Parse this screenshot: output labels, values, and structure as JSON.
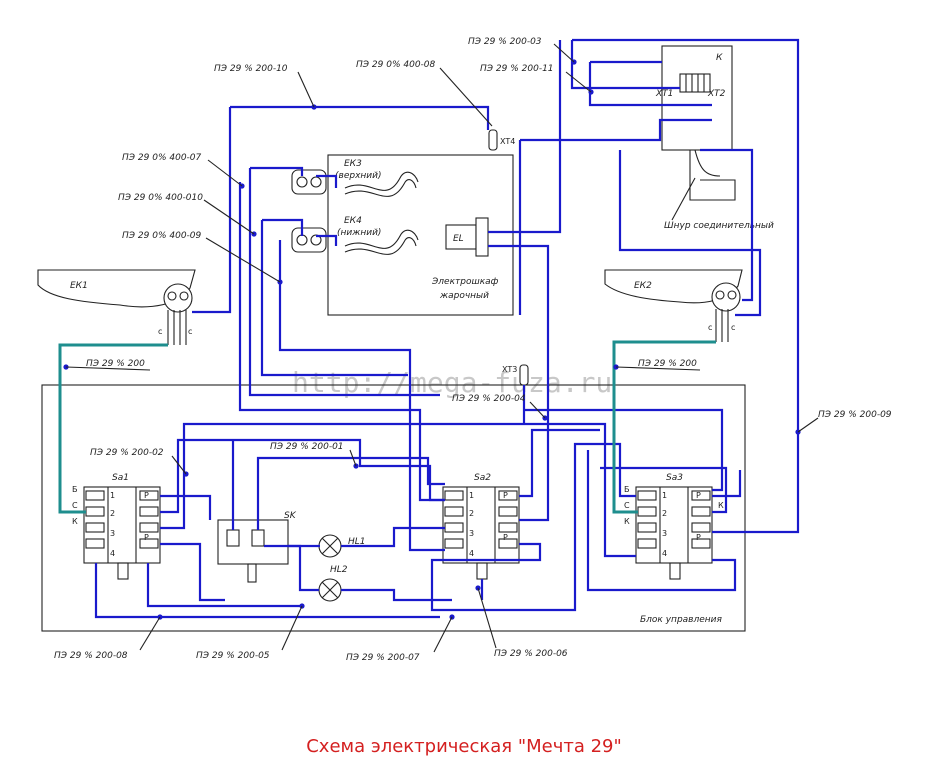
{
  "title": "Схема электрическая \"Мечта 29\"",
  "watermark": "http://mega-fuza.ru",
  "units": {
    "ek1": "ЕК1",
    "ek2": "ЕК2",
    "ek3": "ЕК3",
    "ek3_note": "(верхний)",
    "ek4": "ЕК4",
    "ek4_note": "(нижний)",
    "el": "EL",
    "oven_l1": "Электрошкаф",
    "oven_l2": "жарочный",
    "control_block": "Блок управления",
    "cord": "Шнур соединительный",
    "sa1": "Sa1",
    "sa2": "Sa2",
    "sa3": "Sa3",
    "sk": "SK",
    "hl1": "HL1",
    "hl2": "HL2",
    "xt1": "XT1",
    "xt2": "XT2",
    "xt3": "XT3",
    "xt4": "XT4",
    "k_top": "К"
  },
  "wires": {
    "w_200_03": "ПЭ 29 % 200-03",
    "w_200_10": "ПЭ 29 % 200-10",
    "w_400_08": "ПЭ 29 0% 400-08",
    "w_200_11": "ПЭ 29 % 200-11",
    "w_400_07": "ПЭ 29 0% 400-07",
    "w_400_010": "ПЭ 29 0% 400-010",
    "w_400_09": "ПЭ 29 0% 400-09",
    "w_200_left": "ПЭ 29 % 200",
    "w_200_right": "ПЭ 29 % 200",
    "w_200_04": "ПЭ 29 % 200-04",
    "w_200_09": "ПЭ 29 % 200-09",
    "w_200_02": "ПЭ 29 % 200-02",
    "w_200_01": "ПЭ 29 % 200-01",
    "w_200_08": "ПЭ 29 % 200-08",
    "w_200_05": "ПЭ 29 % 200-05",
    "w_200_07": "ПЭ 29 % 200-07",
    "w_200_06": "ПЭ 29 % 200-06"
  },
  "switch_terms": {
    "b": "Б",
    "c": "С",
    "k": "К",
    "t1": "1",
    "t2": "2",
    "t3": "3",
    "t4": "4",
    "p": "Р"
  },
  "colors": {
    "wire": "#1a1acc",
    "ground_wire": "#1e8e8e",
    "title": "#d42020"
  }
}
